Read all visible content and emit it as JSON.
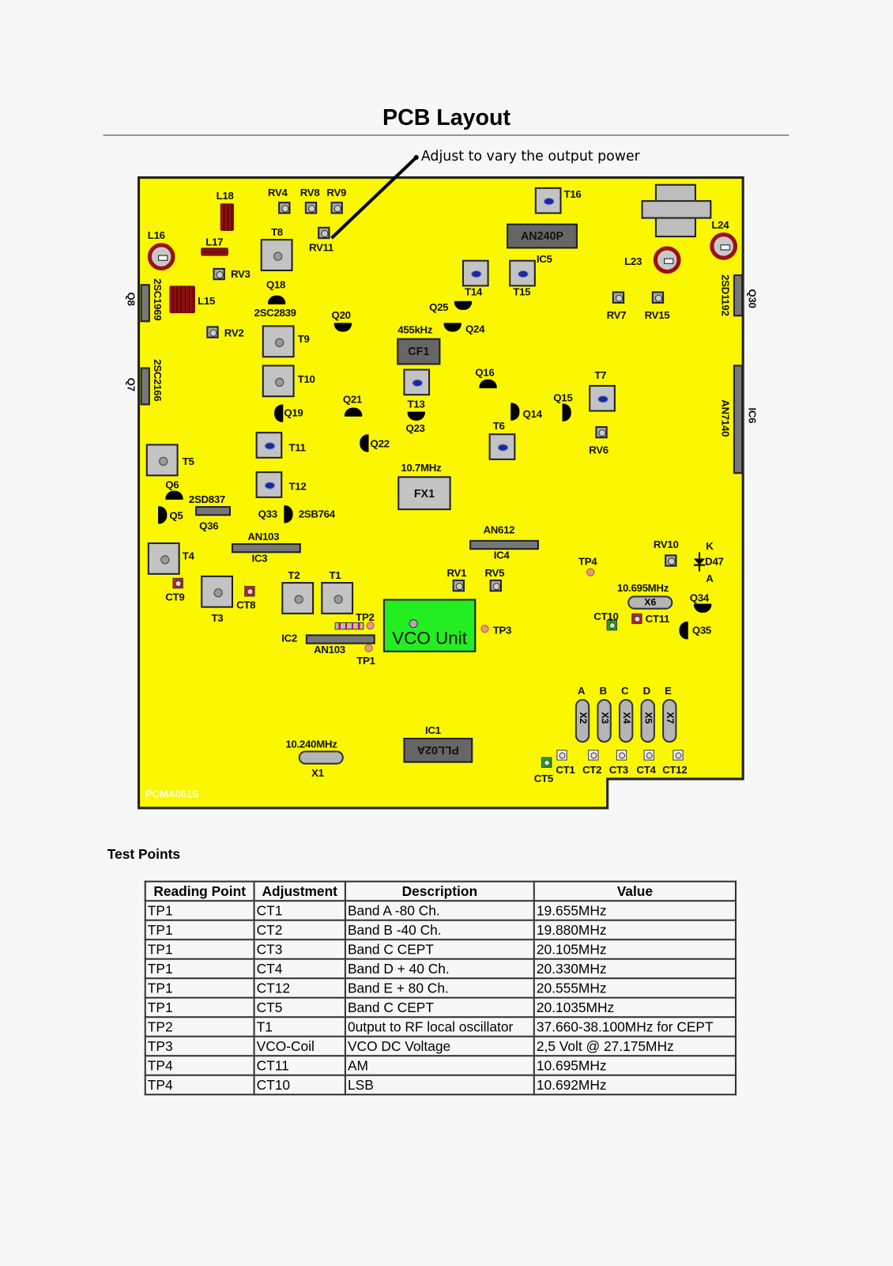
{
  "title": "PCB Layout",
  "annotation": "Adjust to vary the output power",
  "board_id": "PCMA001S",
  "labels": {
    "L18": "L18",
    "RV4": "RV4",
    "RV8": "RV8",
    "RV9": "RV9",
    "T8": "T8",
    "RV11": "RV11",
    "L16": "L16",
    "L17": "L17",
    "RV3": "RV3",
    "Q18": "Q18",
    "L15": "L15",
    "2SC2839": "2SC2839",
    "Q20": "Q20",
    "RV2": "RV2",
    "T9": "T9",
    "T10": "T10",
    "Q21": "Q21",
    "Q19": "Q19",
    "T11": "T11",
    "Q22": "Q22",
    "T5": "T5",
    "T12": "T12",
    "Q6": "Q6",
    "2SD837": "2SD837",
    "Q5": "Q5",
    "Q36": "Q36",
    "Q33": "Q33",
    "2SB764": "2SB764",
    "AN103a": "AN103",
    "IC3": "IC3",
    "T4": "T4",
    "CT9": "CT9",
    "T3": "T3",
    "CT8": "CT8",
    "T2": "T2",
    "T1": "T1",
    "TP2": "TP2",
    "IC2": "IC2",
    "AN103b": "AN103",
    "TP1": "TP1",
    "VCO": "VCO Unit",
    "TP3": "TP3",
    "RV1": "RV1",
    "RV5": "RV5",
    "AN612": "AN612",
    "IC4": "IC4",
    "TP4": "TP4",
    "RV10": "RV10",
    "K": "K",
    "D47": "D47",
    "A": "A",
    "f10695": "10.695MHz",
    "X6": "X6",
    "Q34": "Q34",
    "CT10": "CT10",
    "CT11": "CT11",
    "Q35": "Q35",
    "bandA": "A",
    "bandB": "B",
    "bandC": "C",
    "bandD": "D",
    "bandE": "E",
    "X2": "X2",
    "X3": "X3",
    "X4": "X4",
    "X5": "X5",
    "X7": "X7",
    "CT1": "CT1",
    "CT2": "CT2",
    "CT3": "CT3",
    "CT4": "CT4",
    "CT12": "CT12",
    "CT5": "CT5",
    "f10240": "10.240MHz",
    "X1": "X1",
    "IC1": "IC1",
    "PLL02A": "PLL02A",
    "f455": "455kHz",
    "CF1": "CF1",
    "T13": "T13",
    "Q23": "Q23",
    "Q25": "Q25",
    "Q24": "Q24",
    "T14": "T14",
    "T15": "T15",
    "IC5": "IC5",
    "AN240P": "AN240P",
    "T16": "T16",
    "L23": "L23",
    "L24": "L24",
    "RV7": "RV7",
    "RV15": "RV15",
    "Q16": "Q16",
    "T7": "T7",
    "Q15": "Q15",
    "Q14": "Q14",
    "T6": "T6",
    "RV6": "RV6",
    "f107": "10.7MHz",
    "FX1": "FX1",
    "2SD1192": "2SD1192",
    "Q30": "Q30",
    "AN7140": "AN7140",
    "IC6": "IC6",
    "2SC1969": "2SC1969",
    "Q8": "Q8",
    "2SC2166": "2SC2166",
    "Q7": "Q7"
  },
  "test_points": {
    "title": "Test Points",
    "headers": [
      "Reading Point",
      "Adjustment",
      "Description",
      "Value"
    ],
    "rows": [
      [
        "TP1",
        "CT1",
        "Band A -80 Ch.",
        "19.655MHz"
      ],
      [
        "TP1",
        "CT2",
        "Band B -40 Ch.",
        "19.880MHz"
      ],
      [
        "TP1",
        "CT3",
        "Band C CEPT",
        "20.105MHz"
      ],
      [
        "TP1",
        "CT4",
        "Band D + 40 Ch.",
        "20.330MHz"
      ],
      [
        "TP1",
        "CT12",
        "Band E + 80 Ch.",
        "20.555MHz"
      ],
      [
        "TP1",
        "CT5",
        "Band C CEPT",
        "20.1035MHz"
      ],
      [
        "TP2",
        "T1",
        "0utput to RF local oscillator",
        "37.660-38.100MHz for CEPT"
      ],
      [
        "TP3",
        "VCO-Coil",
        "VCO DC Voltage",
        "2,5 Volt @ 27.175MHz"
      ],
      [
        "TP4",
        "CT11",
        "AM",
        "10.695MHz"
      ],
      [
        "TP4",
        "CT10",
        "LSB",
        "10.692MHz"
      ]
    ]
  },
  "colors": {
    "board": "#fbf700",
    "vco": "#22ee22",
    "coil": "#9b1111"
  }
}
